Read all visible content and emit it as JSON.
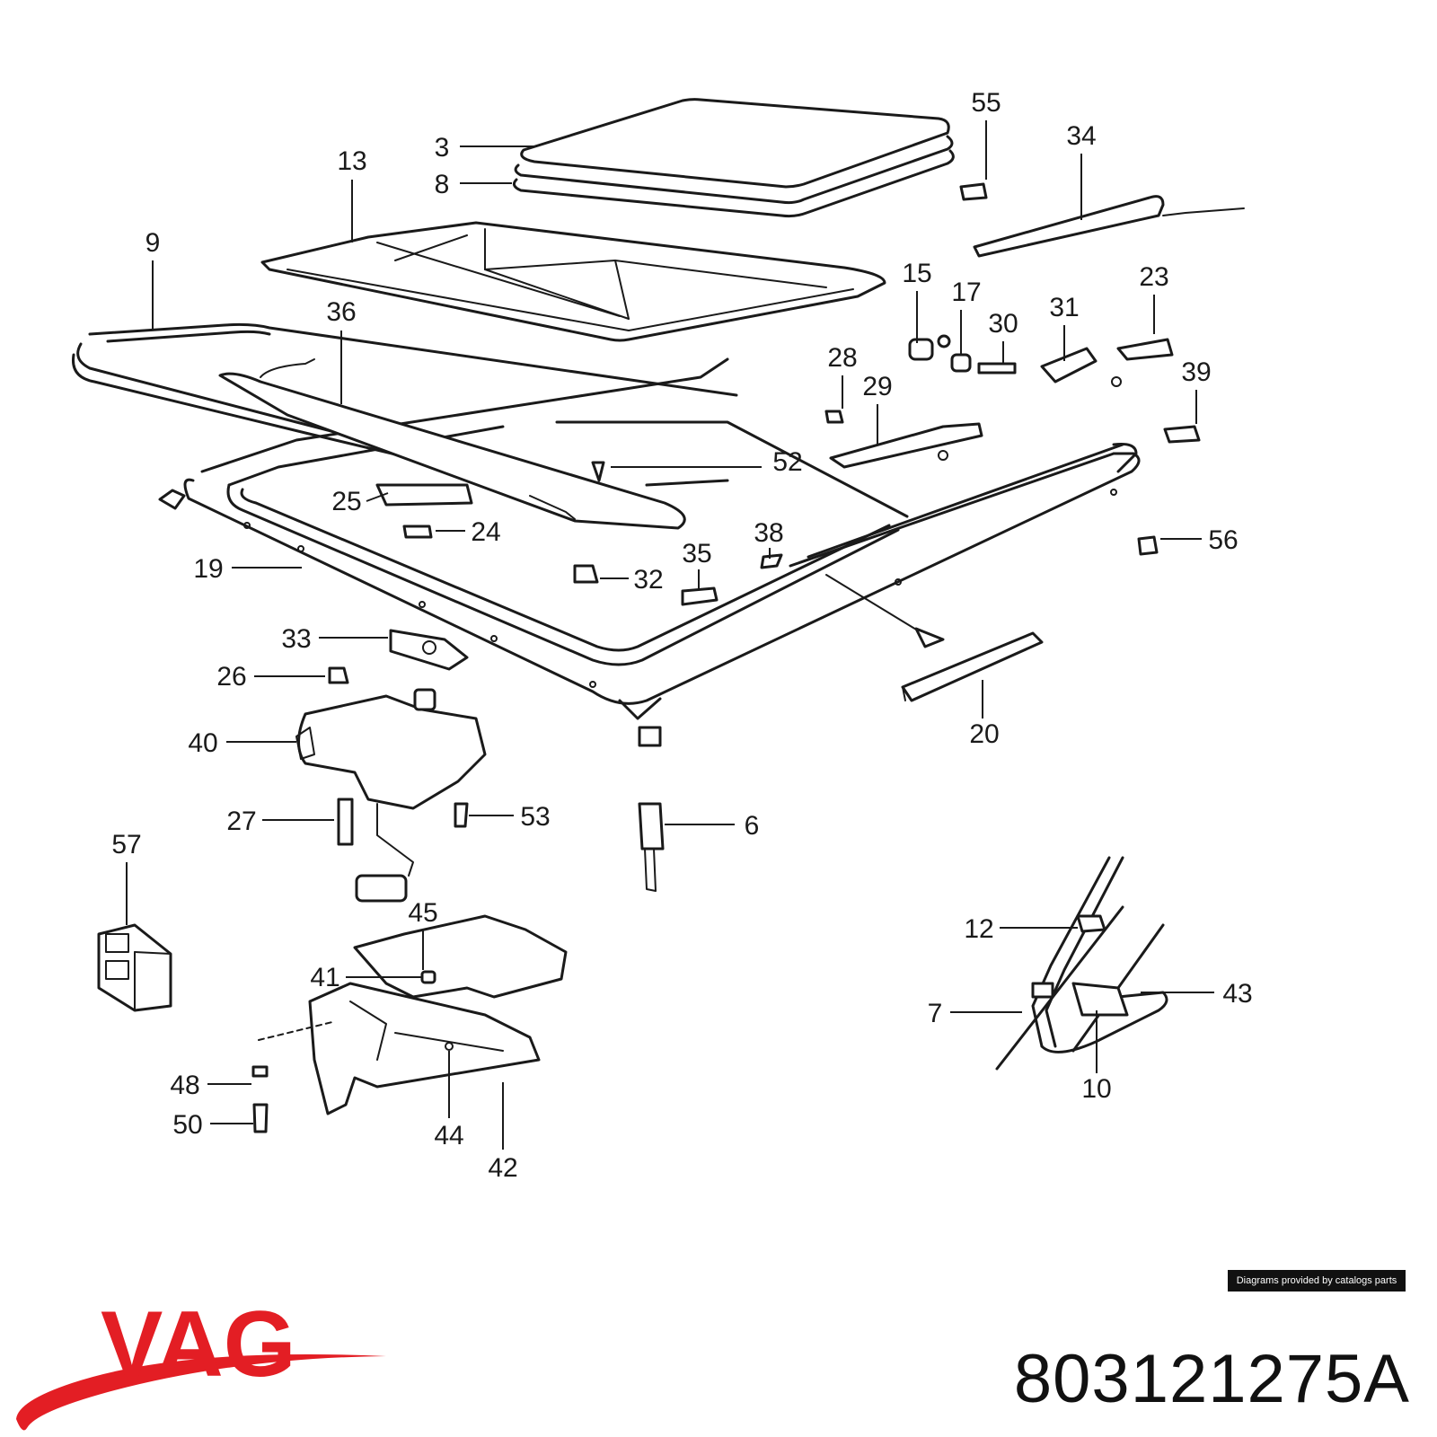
{
  "brand": {
    "name": "VAG",
    "color": "#e31e24"
  },
  "part_number": "803121275A",
  "credit": "Diagrams provided by catalogs parts",
  "callouts": [
    "3",
    "8",
    "13",
    "9",
    "36",
    "55",
    "34",
    "15",
    "17",
    "30",
    "31",
    "23",
    "28",
    "29",
    "39",
    "52",
    "25",
    "24",
    "56",
    "38",
    "35",
    "32",
    "19",
    "33",
    "26",
    "40",
    "20",
    "27",
    "53",
    "6",
    "57",
    "45",
    "41",
    "12",
    "43",
    "7",
    "10",
    "48",
    "50",
    "44",
    "42"
  ]
}
